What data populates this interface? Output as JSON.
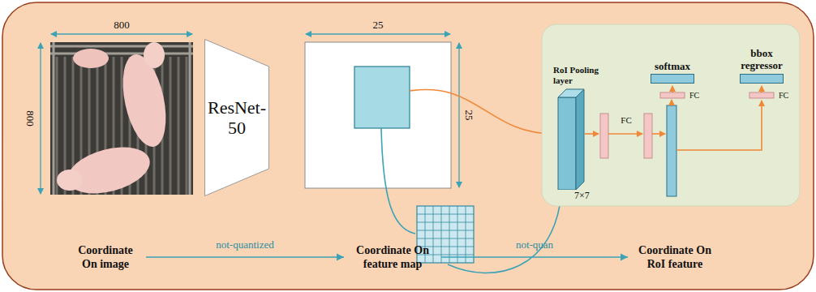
{
  "diagram": {
    "nodes": [
      {
        "text": [
          "ResNet-50"
        ]
      },
      {
        "text": [
          "RoI Pooling layer",
          "7×7"
        ]
      },
      {
        "text": [
          "softmax"
        ]
      },
      {
        "text": [
          "bbox regressor"
        ]
      },
      {
        "text": [
          "Coordinate On image"
        ]
      },
      {
        "text": [
          "Coordinate On feature map"
        ]
      },
      {
        "text": [
          "Coordinate On RoI feature"
        ]
      }
    ],
    "edges": [
      {
        "from": 4,
        "to": 5,
        "arrow": "to",
        "label": "not-quantized"
      },
      {
        "from": 5,
        "to": 6,
        "arrow": "to",
        "label": "not-quan"
      }
    ],
    "labels": [
      "800",
      "800",
      "25",
      "25",
      "FC",
      "FC",
      "FC"
    ]
  }
}
